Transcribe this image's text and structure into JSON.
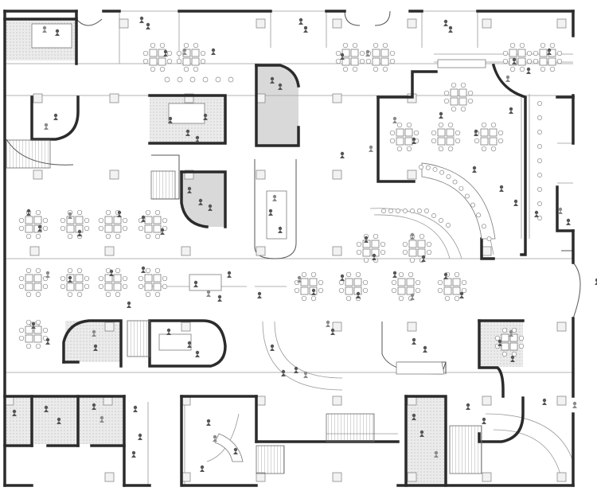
{
  "drawing": {
    "kind": "office floor plan",
    "colors": {
      "wall": "#2b2b2b",
      "line": "#9a9a9a",
      "floor_fill": "#d9d9d9",
      "people": "#555555",
      "background": "#ffffff"
    },
    "furniture_groups": [
      "workstation-cluster-top-left",
      "workstation-cluster-mid-left",
      "central-long-table",
      "cafe-tables-right",
      "curved-bar-counter",
      "meeting-room-tables",
      "lounge-curved-sofas",
      "phone-booths-bottom-left",
      "stair-core-bottom",
      "entrance-doors-top"
    ],
    "icons": [
      "person-icon",
      "chair-icon",
      "desk-icon",
      "column-icon",
      "stair-icon",
      "door-swing-icon"
    ]
  }
}
